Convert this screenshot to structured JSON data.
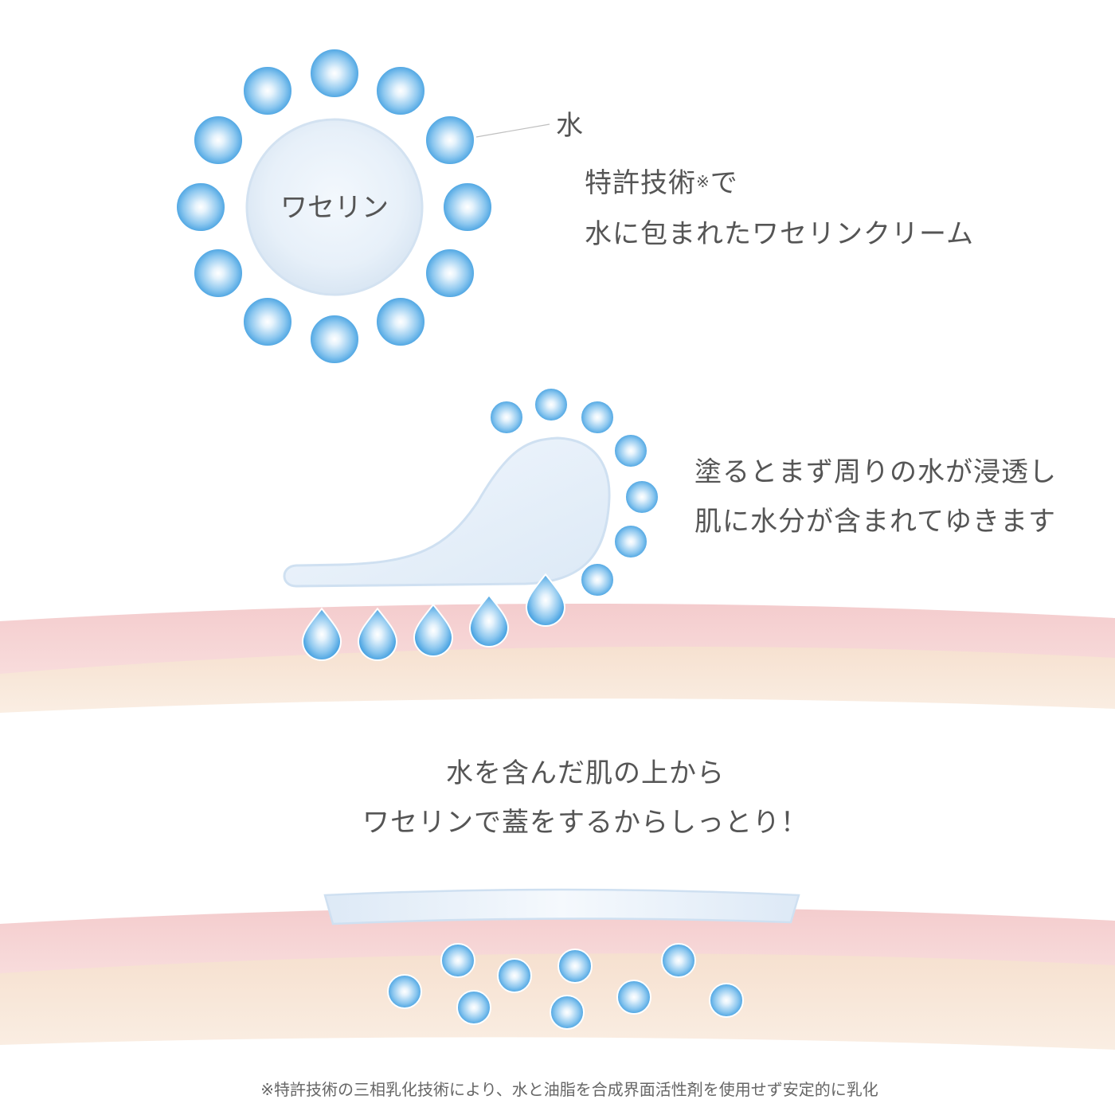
{
  "section1": {
    "core_label": "ワセリン",
    "water_label": "水",
    "description_lines": [
      "特許技術",
      "※",
      "で",
      "水に包まれたワセリンクリーム"
    ]
  },
  "section2": {
    "description_lines": [
      "塗るとまず周りの水が浸透し",
      "肌に水分が含まれてゆきます"
    ]
  },
  "section3": {
    "description_lines": [
      "水を含んだ肌の上から",
      "ワセリンで蓋をするからしっとり！"
    ]
  },
  "footnote": "※特許技術の三相乳化技術により、水と油脂を合成界面活性剤を使用せず安定的に乳化",
  "colors": {
    "water_drop": "#5aaee6",
    "water_drop_highlight": "#ffffff",
    "vaseline": "#d4e4f4",
    "skin_surface": "#f6d3d4",
    "skin_inner": "#f8e6d6",
    "text": "#555555"
  },
  "icons": [
    "water-drop-icon",
    "vaseline-core-icon",
    "vaseline-dollop-icon",
    "vaseline-film-icon",
    "skin-layer-icon"
  ]
}
